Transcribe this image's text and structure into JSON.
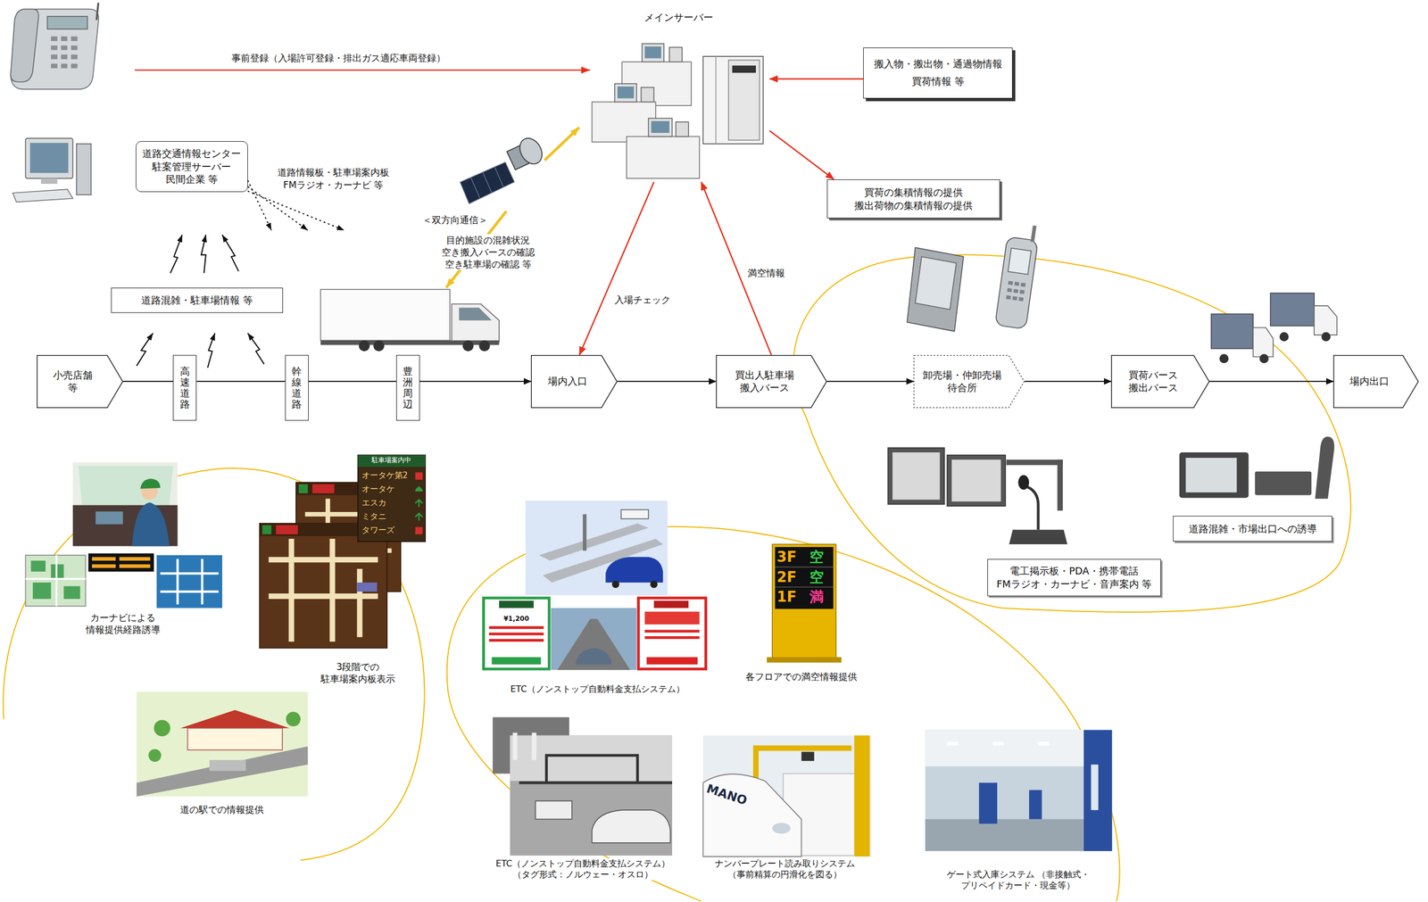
{
  "diagram": {
    "nodes": [
      {
        "text": [
          "メインサーバー"
        ]
      },
      {
        "text": [
          "搬入物・搬出物・通過物情報 買荷情報 等"
        ]
      },
      {
        "text": [
          "道路交通情報センター 駐案管理サーバー 民間企業 等"
        ]
      },
      {
        "text": [
          "買荷の集積情報の提供 搬出荷物の集積情報の提供"
        ]
      },
      {
        "text": [
          "道路混雑・駐車場情報 等"
        ]
      },
      {
        "text": [
          "小売店舗 等"
        ]
      },
      {
        "text": [
          "高速道路"
        ]
      },
      {
        "text": [
          "幹線道路"
        ]
      },
      {
        "text": [
          "豊洲周辺"
        ]
      },
      {
        "text": [
          "場内入口"
        ]
      },
      {
        "text": [
          "買出人駐車場 搬入バース"
        ]
      },
      {
        "text": [
          "卸売場・仲卸売場 待合所"
        ]
      },
      {
        "text": [
          "買荷バース 搬出バース"
        ]
      },
      {
        "text": [
          "場内出口"
        ]
      },
      {
        "text": [
          "道路混雑・市場出口への誘導"
        ]
      },
      {
        "text": [
          "電工掲示板・PDA・携帯電話 FMラジオ・カーナビ・音声案内 等"
        ]
      }
    ],
    "edges": [
      {
        "from": 5,
        "to": 6,
        "arrow": "none"
      },
      {
        "from": 6,
        "to": 7,
        "arrow": "none"
      },
      {
        "from": 7,
        "to": 8,
        "arrow": "none"
      },
      {
        "from": 8,
        "to": 9,
        "arrow": "to"
      },
      {
        "from": 9,
        "to": 10,
        "arrow": "to"
      },
      {
        "from": 10,
        "to": 11,
        "arrow": "to"
      },
      {
        "from": 11,
        "to": 12,
        "arrow": "to"
      },
      {
        "from": 12,
        "to": 13,
        "arrow": "to"
      },
      {
        "from": 1,
        "to": 0,
        "arrow": "to"
      },
      {
        "from": 0,
        "to": 3,
        "arrow": "to"
      },
      {
        "from": 0,
        "to": 9,
        "label": "入場チェック",
        "arrow": "to"
      },
      {
        "from": 10,
        "to": 0,
        "label": "満空情報",
        "arrow": "to"
      }
    ],
    "labels": [
      "事前登録（入場許可登録・排出ガス適応車両登録）",
      "道路情報板・駐車場案内板 FMラジオ・カーナビ 等",
      "＜双方向通信＞",
      "目的施設の混雑状況 空き搬入バースの確認 空き駐車場の確認 等",
      "駐車場案内中",
      "オータケ第2",
      "オータケ",
      "エスカ",
      "ミタニ",
      "タワーズ",
      "カーナビによる 情報提供経路誘導",
      "3段階での 駐車場案内板表示",
      "道の駅での情報提供",
      "¥1,200",
      "ETC（ノンストップ自動料金支払システム）",
      "3F",
      "2F",
      "1F",
      "空",
      "空",
      "満",
      "各フロアでの満空情報提供",
      "MANO",
      "ETC（ノンストップ自動料金支払システム） （タグ形式：ノルウェー・オスロ）",
      "ナンバープレート読み取りシステム （事前精算の円滑化を図る）",
      "ゲート式入庫システム （非接触式・プリペイドカード・現金等）"
    ]
  }
}
